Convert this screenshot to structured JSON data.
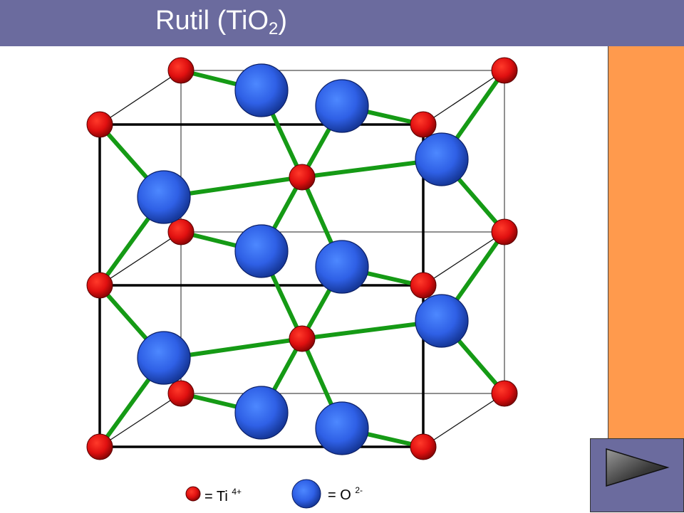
{
  "header": {
    "title_main": "Rutil (TiO",
    "title_sub": "2",
    "title_end": ")"
  },
  "legend": {
    "ti_prefix": "= Ti",
    "ti_charge": "4+",
    "o_prefix": "= O",
    "o_charge": "2-"
  },
  "colors": {
    "header_bg": "#6b6b9e",
    "side_panel": "#ff9a4d",
    "bond": "#159a15",
    "ti_atom": "#e01010",
    "o_atom": "#2e5fe0"
  },
  "icons": {
    "next": "play-arrow-icon"
  }
}
